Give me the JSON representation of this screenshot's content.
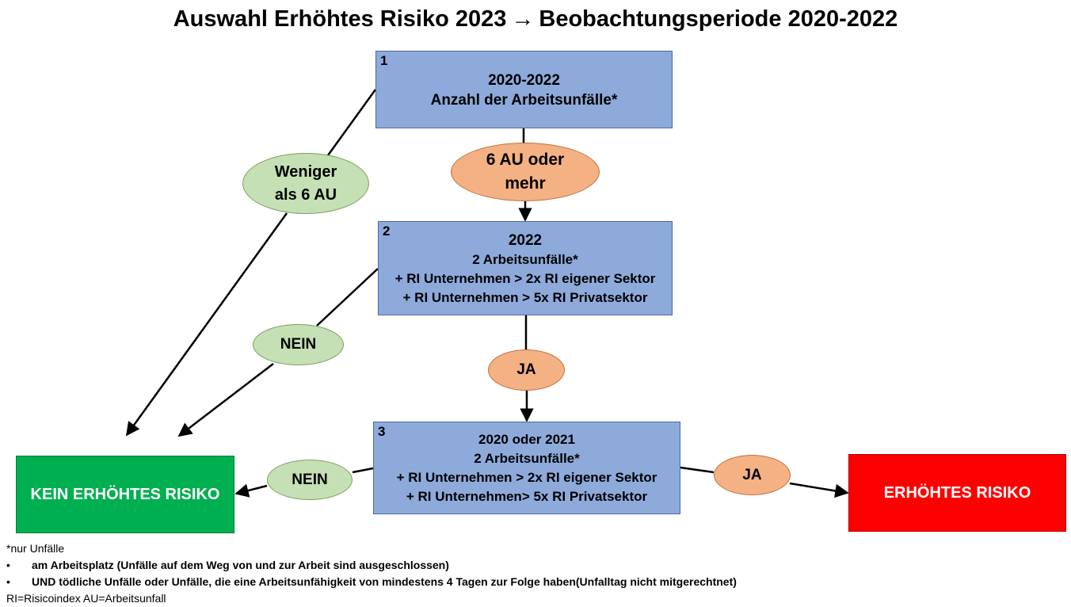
{
  "title": {
    "left": "Auswahl Erhöhtes Risiko 2023",
    "arrow": "→",
    "right": "Beobachtungsperiode 2020-2022"
  },
  "box1": {
    "number": "1",
    "line1": "2020-2022",
    "line2": "Anzahl der Arbeitsunfälle*"
  },
  "box2": {
    "number": "2",
    "line1": "2022",
    "line2": "2 Arbeitsunfälle*",
    "line3": "+ RI Unternehmen > 2x RI eigener Sektor",
    "line4": "+ RI Unternehmen > 5x RI Privatsektor"
  },
  "box3": {
    "number": "3",
    "line1": "2020 oder 2021",
    "line2": "2  Arbeitsunfälle*",
    "line3": "+ RI Unternehmen > 2x RI eigener Sektor",
    "line4": "+ RI Unternehmen> 5x RI Privatsektor"
  },
  "outcomes": {
    "no_risk": "KEIN ERHÖHTES RISIKO",
    "risk": "ERHÖHTES RISIKO"
  },
  "labels": {
    "weniger_l1": "Weniger",
    "weniger_l2": "als 6 AU",
    "six_au_l1": "6 AU oder",
    "six_au_l2": "mehr",
    "nein_1": "NEIN",
    "ja_1": "JA",
    "nein_2": "NEIN",
    "ja_2": "JA"
  },
  "footnote": {
    "head_star": "*",
    "head": "nur Unfälle",
    "bullet_symbol": "•",
    "bullet1": "am Arbeitsplatz (Unfälle auf dem Weg von und zur Arbeit sind ausgeschlossen)",
    "bullet2": "UND tödliche Unfälle oder Unfälle, die eine Arbeitsunfähigkeit von mindestens 4 Tagen zur Folge haben(Unfalltag nicht mitgerechtnet)",
    "legend": "RI=Risicoindex  AU=Arbeitsunfall"
  },
  "colors": {
    "box_blue": "#8eaadb",
    "green_outcome": "#00b050",
    "red_outcome": "#ff0000",
    "ellipse_green": "#c5e0b4",
    "ellipse_orange": "#f4b183"
  }
}
